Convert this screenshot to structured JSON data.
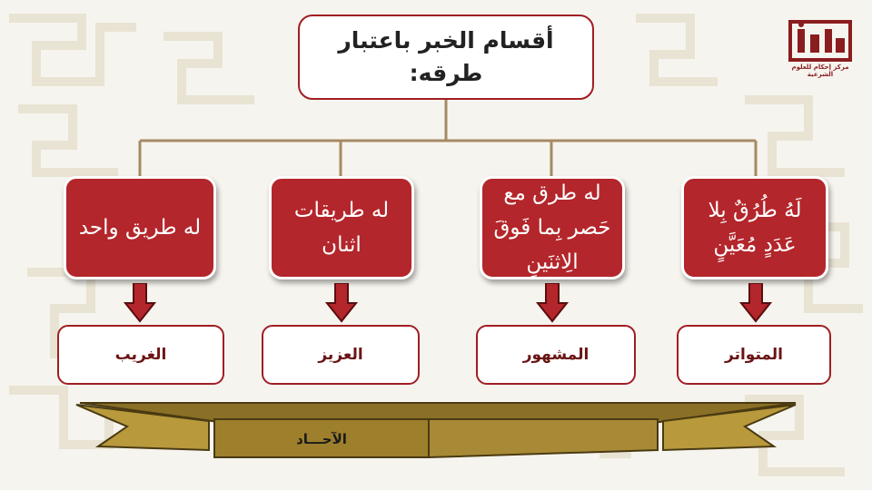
{
  "title": "أقسام الخبر باعتبار طرقه:",
  "branches": [
    {
      "description": "لَهُ طُرُقٌ بِلا عَدَدٍ مُعَيَّنٍ",
      "name": "المتواتر"
    },
    {
      "description": "له طرق مع حَصر بِما فَوقَ الِاثنَينِ",
      "name": "المشهور"
    },
    {
      "description": "له طريقات اثنان",
      "name": "العزيز"
    },
    {
      "description": "له طريق واحد",
      "name": "الغريب"
    }
  ],
  "group_label": "الآحـــاد",
  "logo": {
    "text": "إحكام",
    "subtitle": "مركز إحكام للعلوم الشرعية"
  },
  "colors": {
    "accent": "#b3262b",
    "connector": "#a68a64",
    "ribbon": "#9d7f2c",
    "background": "#f6f4ee"
  },
  "icons": {
    "arrow": "down-arrow-icon",
    "logo": "logo-icon"
  }
}
